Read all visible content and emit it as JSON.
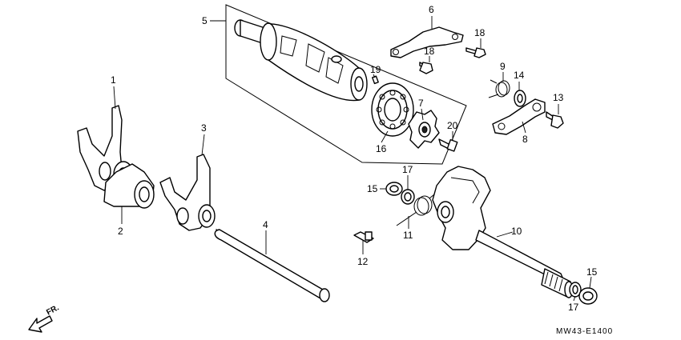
{
  "diagram": {
    "code": "MW43-E1400",
    "direction_label": "FR.",
    "callouts": [
      {
        "id": "c1",
        "label": "1"
      },
      {
        "id": "c2",
        "label": "2"
      },
      {
        "id": "c3",
        "label": "3"
      },
      {
        "id": "c4",
        "label": "4"
      },
      {
        "id": "c5",
        "label": "5"
      },
      {
        "id": "c6",
        "label": "6"
      },
      {
        "id": "c7",
        "label": "7"
      },
      {
        "id": "c8",
        "label": "8"
      },
      {
        "id": "c9",
        "label": "9"
      },
      {
        "id": "c10",
        "label": "10"
      },
      {
        "id": "c11",
        "label": "11"
      },
      {
        "id": "c12",
        "label": "12"
      },
      {
        "id": "c13",
        "label": "13"
      },
      {
        "id": "c14",
        "label": "14"
      },
      {
        "id": "c15a",
        "label": "15"
      },
      {
        "id": "c15b",
        "label": "15"
      },
      {
        "id": "c16",
        "label": "16"
      },
      {
        "id": "c17a",
        "label": "17"
      },
      {
        "id": "c17b",
        "label": "17"
      },
      {
        "id": "c18a",
        "label": "18"
      },
      {
        "id": "c18b",
        "label": "18"
      },
      {
        "id": "c19",
        "label": "19"
      },
      {
        "id": "c20",
        "label": "20"
      }
    ]
  }
}
